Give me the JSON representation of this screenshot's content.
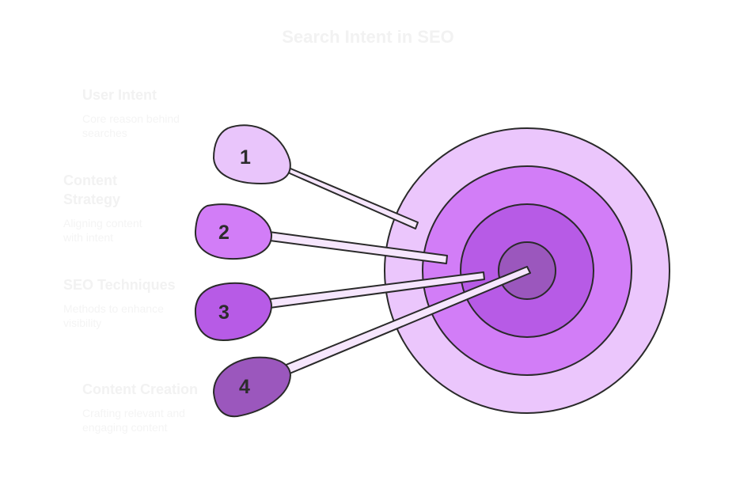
{
  "title": "Search Intent in SEO",
  "items": [
    {
      "number": "1",
      "heading": "User Intent",
      "description": "Core reason behind searches",
      "color": "#e9c5fb"
    },
    {
      "number": "2",
      "heading": "Content Strategy",
      "description": "Aligning content with intent",
      "color": "#d27df7"
    },
    {
      "number": "3",
      "heading": "SEO Techniques",
      "description": "Methods to enhance visibility",
      "color": "#b75be6"
    },
    {
      "number": "4",
      "heading": "Content Creation",
      "description": "Crafting relevant and engaging content",
      "color": "#9b57bd"
    }
  ],
  "target_colors": [
    "#ebc6fc",
    "#d27df7",
    "#b75be6",
    "#9b57bd"
  ],
  "stroke_color": "#2a2a2a",
  "shaft_color": "#f6e6fd"
}
